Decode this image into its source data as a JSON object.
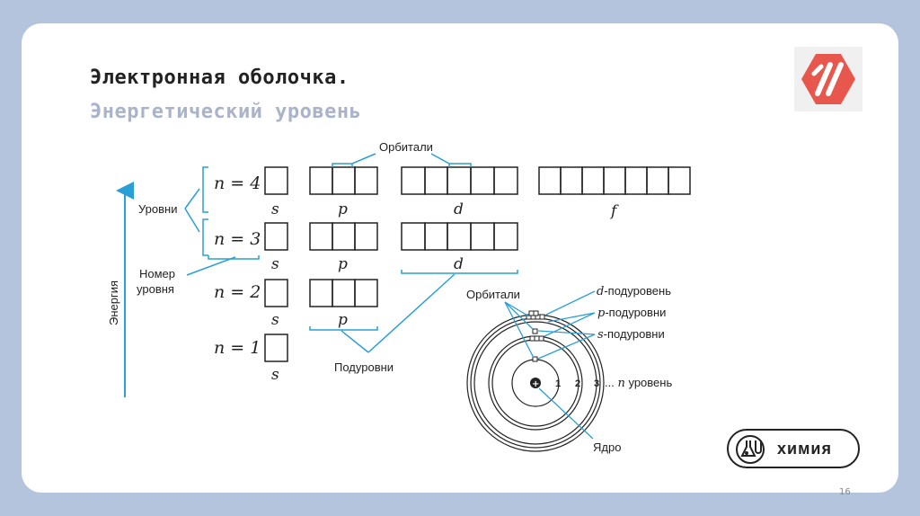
{
  "slide": {
    "title": "Электронная оболочка.",
    "subtitle": "Энергетический уровень",
    "page_number": "16",
    "badge_label": "химия"
  },
  "diagram": {
    "axis_label": "Энергия",
    "levels_label": "Уровни",
    "level_number_label_line1": "Номер",
    "level_number_label_line2": "уровня",
    "orbitals_label_top": "Орбитали",
    "sublevels_label": "Подуровни",
    "levels": [
      {
        "label": "n = 4",
        "sublevels": [
          "s",
          "p",
          "d",
          "f"
        ]
      },
      {
        "label": "n = 3",
        "sublevels": [
          "s",
          "p",
          "d"
        ]
      },
      {
        "label": "n = 2",
        "sublevels": [
          "s",
          "p"
        ]
      },
      {
        "label": "n = 1",
        "sublevels": [
          "s"
        ]
      }
    ],
    "atom": {
      "orbitals_label": "Орбитали",
      "d_sublevel_prefix": "d",
      "d_sublevel_suffix": "-подуровень",
      "p_sublevel_prefix": "p",
      "p_sublevel_suffix": "-подуровни",
      "s_sublevel_prefix": "s",
      "s_sublevel_suffix": "-подуровни",
      "level_numbers": [
        "1",
        "2",
        "3"
      ],
      "level_ellipsis": "...",
      "level_n": "n",
      "level_text": "уровень",
      "nucleus_label": "Ядро"
    }
  },
  "colors": {
    "accent": "#2a9fd6",
    "logo_red": "#e8574d",
    "subtitle_gray": "#a9b3c9",
    "background": "#b3c4dc"
  }
}
